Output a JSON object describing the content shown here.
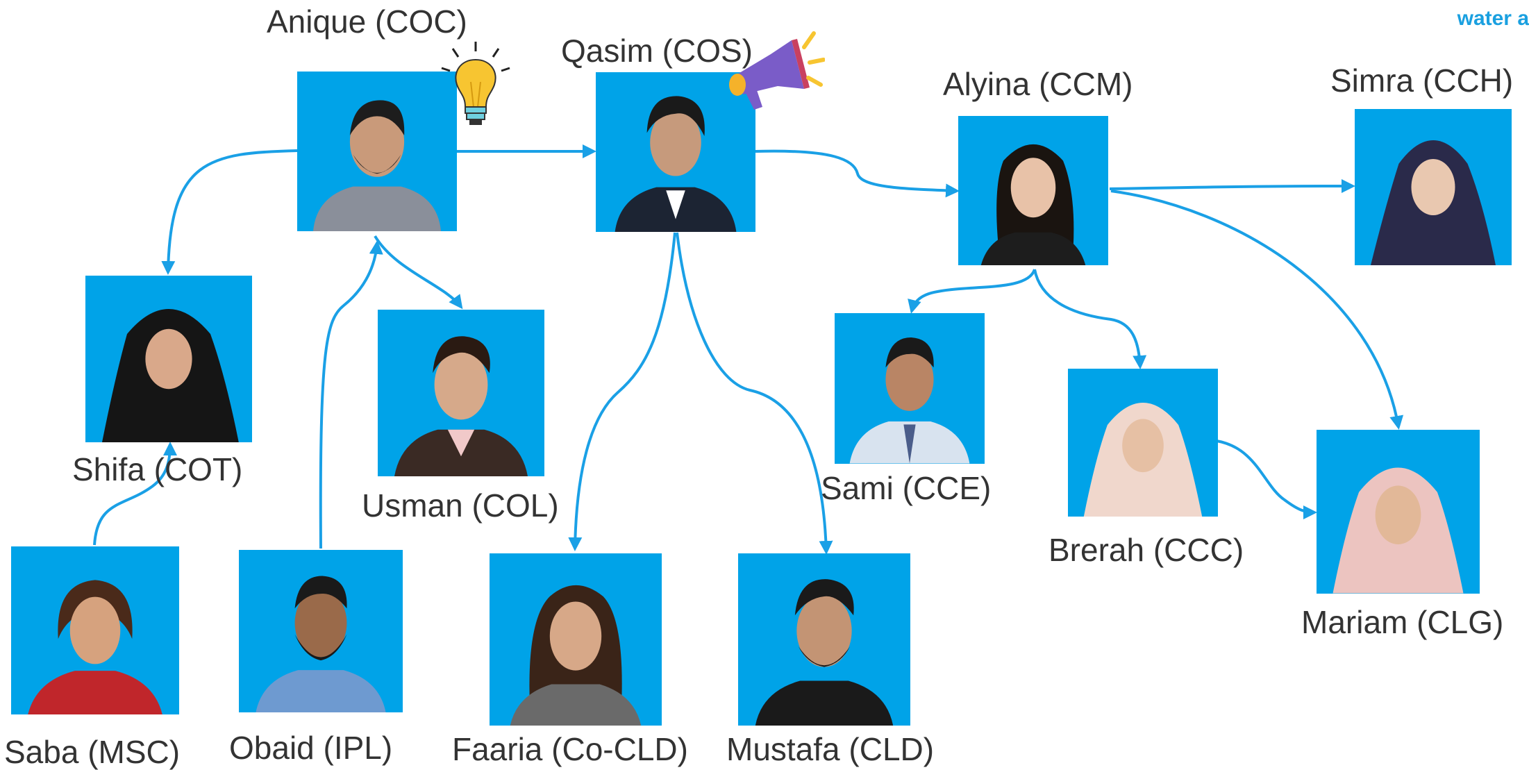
{
  "corner_text": "water a",
  "colors": {
    "arrow": "#1aa0e6",
    "photo_bg": "#00a3e8",
    "label": "#333333"
  },
  "nodes": [
    {
      "id": "anique",
      "label": "Anique (COC)",
      "icon": "lightbulb-icon"
    },
    {
      "id": "qasim",
      "label": "Qasim (COS)",
      "icon": "megaphone-icon"
    },
    {
      "id": "alyina",
      "label": "Alyina (CCM)"
    },
    {
      "id": "simra",
      "label": "Simra (CCH)"
    },
    {
      "id": "shifa",
      "label": "Shifa (COT)"
    },
    {
      "id": "usman",
      "label": "Usman (COL)"
    },
    {
      "id": "sami",
      "label": "Sami (CCE)"
    },
    {
      "id": "brerah",
      "label": "Brerah (CCC)"
    },
    {
      "id": "mariam",
      "label": "Mariam (CLG)"
    },
    {
      "id": "saba",
      "label": "Saba (MSC)"
    },
    {
      "id": "obaid",
      "label": "Obaid (IPL)"
    },
    {
      "id": "faaria",
      "label": "Faaria (Co-CLD)"
    },
    {
      "id": "mustafa",
      "label": "Mustafa (CLD)"
    }
  ],
  "edges": [
    {
      "from": "anique",
      "to": "qasim"
    },
    {
      "from": "anique",
      "to": "shifa"
    },
    {
      "from": "anique",
      "to": "usman"
    },
    {
      "from": "obaid",
      "to": "anique"
    },
    {
      "from": "saba",
      "to": "shifa"
    },
    {
      "from": "qasim",
      "to": "alyina"
    },
    {
      "from": "qasim",
      "to": "faaria"
    },
    {
      "from": "qasim",
      "to": "mustafa"
    },
    {
      "from": "alyina",
      "to": "simra"
    },
    {
      "from": "alyina",
      "to": "sami"
    },
    {
      "from": "alyina",
      "to": "brerah"
    },
    {
      "from": "alyina",
      "to": "mariam"
    },
    {
      "from": "brerah",
      "to": "mariam"
    }
  ]
}
